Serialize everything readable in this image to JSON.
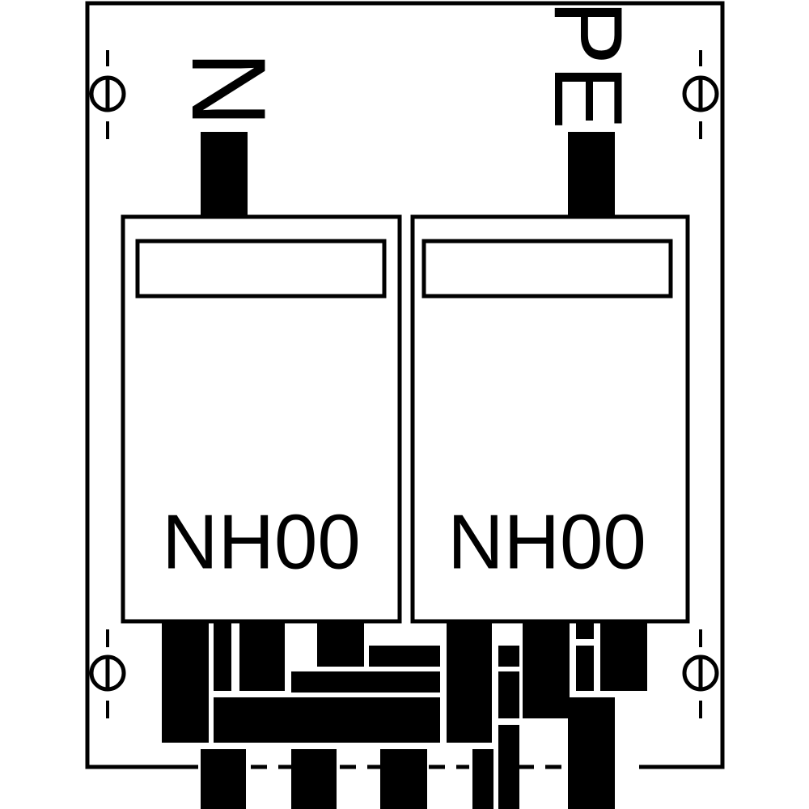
{
  "colors": {
    "line": "#000000",
    "background": "#ffffff"
  },
  "labels": {
    "neutral": "N",
    "protective_earth": "PE"
  },
  "fuse_bases": [
    {
      "type": "NH00"
    },
    {
      "type": "NH00"
    }
  ],
  "icons": {
    "mounting_screw": "screw-slot-icon"
  }
}
